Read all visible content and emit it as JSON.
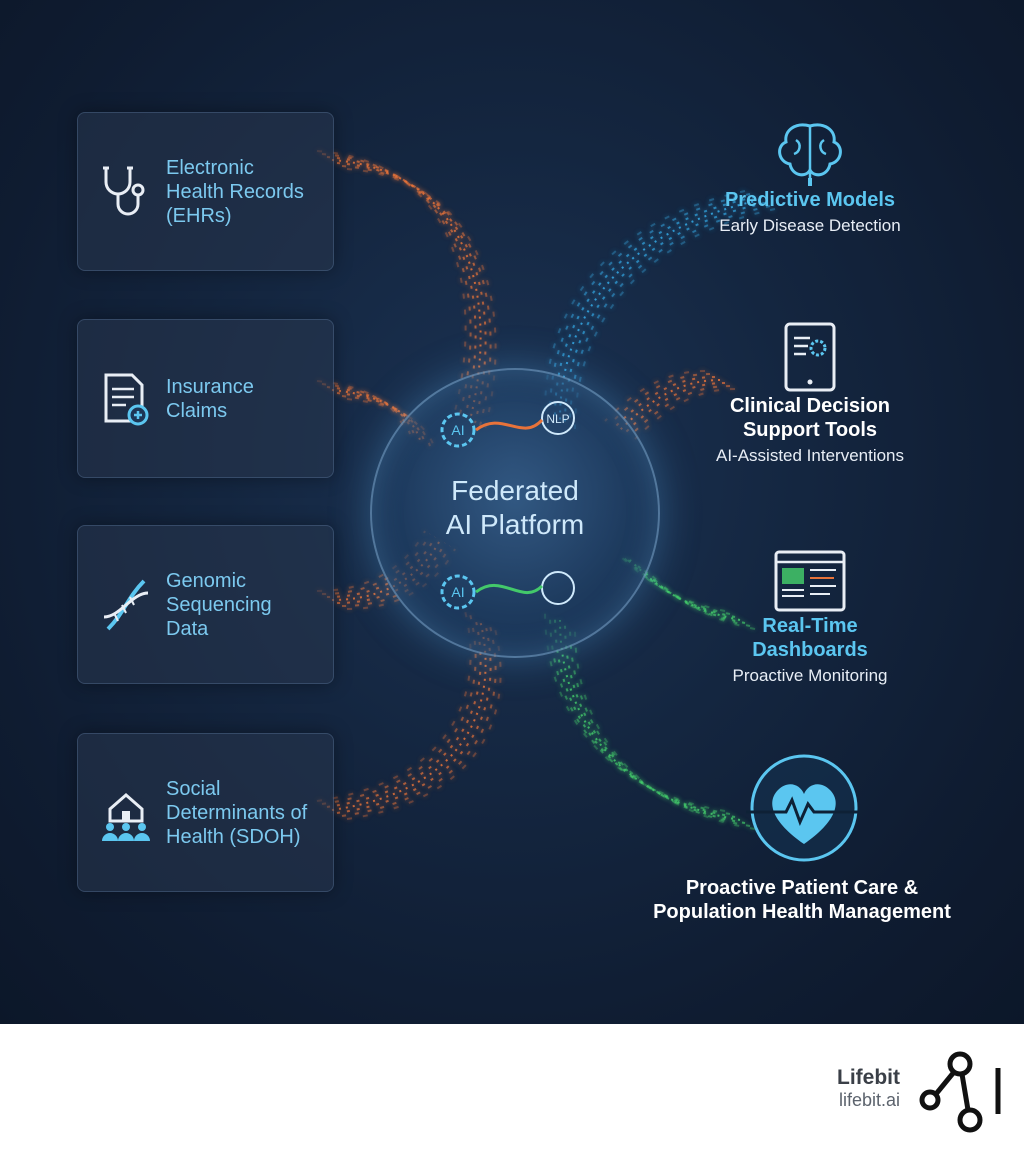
{
  "hub": {
    "title": "Federated\nAI Platform",
    "tag_ai": "AI",
    "tag_nlp": "NLP"
  },
  "sources": [
    {
      "label": "Electronic\nHealth Records\n(EHRs)",
      "icon": "stethoscope-icon"
    },
    {
      "label": "Insurance\nClaims",
      "icon": "claims-document-icon"
    },
    {
      "label": "Genomic\nSequencing\nData",
      "icon": "dna-icon"
    },
    {
      "label": "Social\nDeterminants of\nHealth (SDOH)",
      "icon": "home-community-icon"
    }
  ],
  "outputs": [
    {
      "title": "Predictive Models",
      "subtitle": "Early Disease Detection",
      "icon": "brain-icon"
    },
    {
      "title": "Clinical Decision\nSupport Tools",
      "subtitle": "AI-Assisted Interventions",
      "icon": "tablet-gear-icon"
    },
    {
      "title": "Real-Time\nDashboards",
      "subtitle": "Proactive Monitoring",
      "icon": "dashboard-icon"
    },
    {
      "title": "Proactive Patient Care &\nPopulation Health Management",
      "subtitle": "",
      "icon": "heart-pulse-icon"
    }
  ],
  "brand": {
    "name": "Lifebit",
    "domain": "lifebit.ai"
  },
  "colors": {
    "orange_flow": "#e8733a",
    "blue_flow": "#35a9e6",
    "green_flow": "#43c96a",
    "label_blue": "#7cc9ef",
    "title_blue": "#5bc6f0"
  }
}
